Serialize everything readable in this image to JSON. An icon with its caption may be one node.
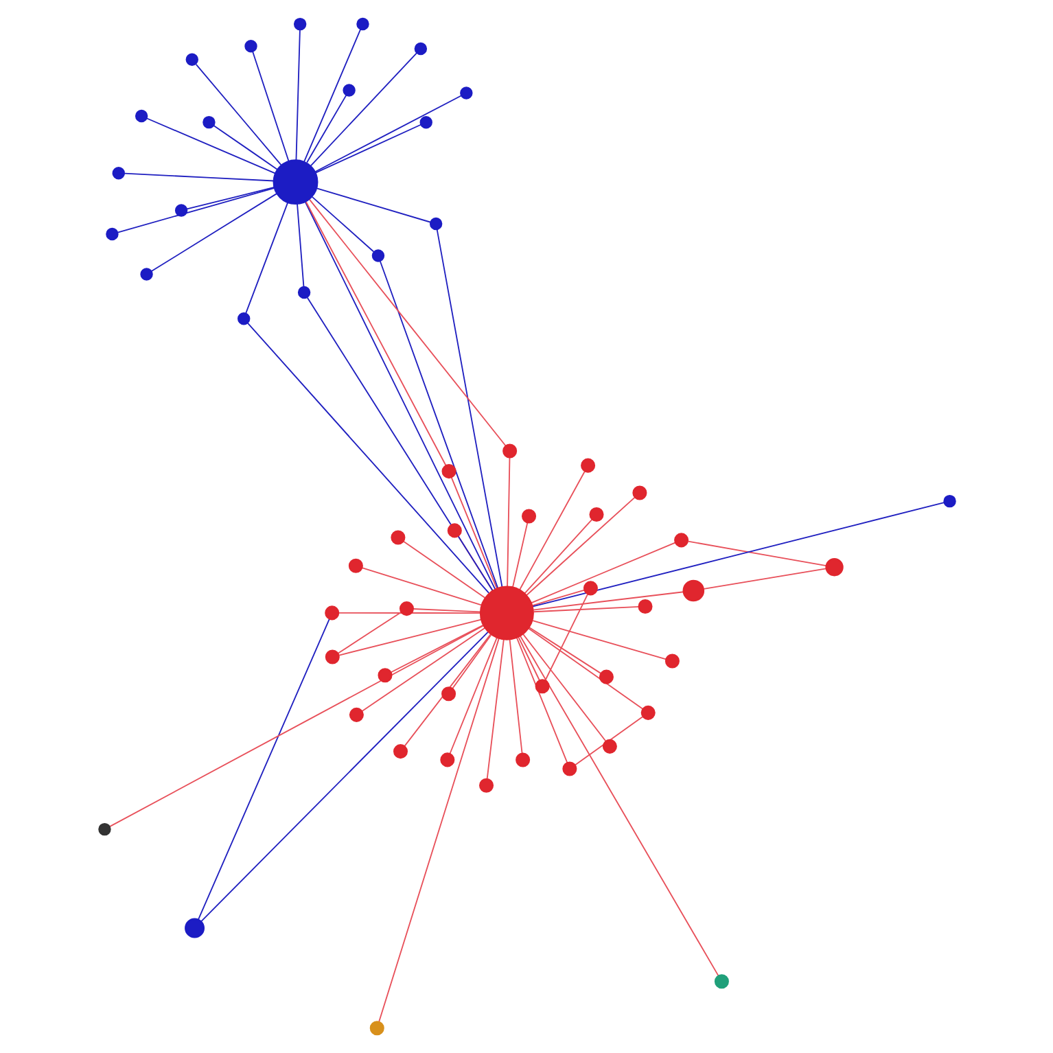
{
  "diagram": {
    "nodes": [
      {
        "text": [],
        "shape": "circle"
      },
      {
        "text": [],
        "shape": "circle"
      },
      {
        "text": [],
        "shape": "circle"
      },
      {
        "text": [],
        "shape": "circle"
      },
      {
        "text": [],
        "shape": "circle"
      },
      {
        "text": [],
        "shape": "circle"
      },
      {
        "text": [],
        "shape": "circle"
      },
      {
        "text": [],
        "shape": "circle"
      },
      {
        "text": [],
        "shape": "circle"
      },
      {
        "text": [],
        "shape": "circle"
      },
      {
        "text": [],
        "shape": "circle"
      },
      {
        "text": [],
        "shape": "circle"
      },
      {
        "text": [],
        "shape": "circle"
      },
      {
        "text": [],
        "shape": "circle"
      },
      {
        "text": [],
        "shape": "circle"
      },
      {
        "text": [],
        "shape": "circle"
      },
      {
        "text": [],
        "shape": "circle"
      },
      {
        "text": [],
        "shape": "circle"
      },
      {
        "text": [],
        "shape": "circle"
      },
      {
        "text": [],
        "shape": "circle"
      },
      {
        "text": [],
        "shape": "circle"
      },
      {
        "text": [],
        "shape": "circle"
      },
      {
        "text": [],
        "shape": "circle"
      },
      {
        "text": [],
        "shape": "circle"
      },
      {
        "text": [],
        "shape": "circle"
      },
      {
        "text": [],
        "shape": "circle"
      },
      {
        "text": [],
        "shape": "circle"
      },
      {
        "text": [],
        "shape": "circle"
      },
      {
        "text": [],
        "shape": "circle"
      },
      {
        "text": [],
        "shape": "circle"
      },
      {
        "text": [],
        "shape": "circle"
      },
      {
        "text": [],
        "shape": "circle"
      },
      {
        "text": [],
        "shape": "circle"
      },
      {
        "text": [],
        "shape": "circle"
      },
      {
        "text": [],
        "shape": "circle"
      },
      {
        "text": [],
        "shape": "circle"
      },
      {
        "text": [],
        "shape": "circle"
      },
      {
        "text": [],
        "shape": "circle"
      },
      {
        "text": [],
        "shape": "circle"
      },
      {
        "text": [],
        "shape": "circle"
      },
      {
        "text": [],
        "shape": "circle"
      },
      {
        "text": [],
        "shape": "circle"
      },
      {
        "text": [],
        "shape": "circle"
      },
      {
        "text": [],
        "shape": "circle"
      },
      {
        "text": [],
        "shape": "circle"
      },
      {
        "text": [],
        "shape": "circle"
      },
      {
        "text": [],
        "shape": "circle"
      },
      {
        "text": [],
        "shape": "circle"
      },
      {
        "text": [],
        "shape": "circle"
      },
      {
        "text": [],
        "shape": "circle"
      },
      {
        "text": [],
        "shape": "circle"
      },
      {
        "text": [],
        "shape": "circle"
      },
      {
        "text": [],
        "shape": "circle"
      },
      {
        "text": [],
        "shape": "circle"
      },
      {
        "text": [],
        "shape": "circle"
      }
    ],
    "edges": [
      {
        "from": 0,
        "to": 1,
        "arrow": "none",
        "color": "#2020c0"
      },
      {
        "from": 2,
        "to": 1,
        "arrow": "none",
        "color": "#2020c0"
      },
      {
        "from": 3,
        "to": 1,
        "arrow": "none",
        "color": "#2020c0"
      },
      {
        "from": 4,
        "to": 1,
        "arrow": "none",
        "color": "#2020c0"
      },
      {
        "from": 5,
        "to": 1,
        "arrow": "none",
        "color": "#2020c0"
      },
      {
        "from": 0,
        "to": 2,
        "arrow": "none",
        "color": "#2020c0"
      },
      {
        "from": 0,
        "to": 3,
        "arrow": "none",
        "color": "#2020c0"
      },
      {
        "from": 0,
        "to": 4,
        "arrow": "none",
        "color": "#2020c0"
      },
      {
        "from": 0,
        "to": 5,
        "arrow": "none",
        "color": "#2020c0"
      },
      {
        "from": 0,
        "to": 6,
        "arrow": "none",
        "color": "#2020c0"
      },
      {
        "from": 0,
        "to": 7,
        "arrow": "none",
        "color": "#2020c0"
      },
      {
        "from": 0,
        "to": 8,
        "arrow": "none",
        "color": "#2020c0"
      },
      {
        "from": 0,
        "to": 9,
        "arrow": "none",
        "color": "#2020c0"
      },
      {
        "from": 0,
        "to": 10,
        "arrow": "none",
        "color": "#2020c0"
      },
      {
        "from": 0,
        "to": 11,
        "arrow": "none",
        "color": "#2020c0"
      },
      {
        "from": 0,
        "to": 12,
        "arrow": "none",
        "color": "#2020c0"
      },
      {
        "from": 0,
        "to": 13,
        "arrow": "none",
        "color": "#2020c0"
      },
      {
        "from": 0,
        "to": 14,
        "arrow": "none",
        "color": "#2020c0"
      },
      {
        "from": 0,
        "to": 15,
        "arrow": "none",
        "color": "#2020c0"
      },
      {
        "from": 0,
        "to": 16,
        "arrow": "none",
        "color": "#2020c0"
      },
      {
        "from": 0,
        "to": 17,
        "arrow": "none",
        "color": "#2020c0"
      },
      {
        "from": 0,
        "to": 18,
        "arrow": "none",
        "color": "#2020c0"
      },
      {
        "from": 0,
        "to": 19,
        "arrow": "none",
        "color": "#2020c0"
      },
      {
        "from": 1,
        "to": 20,
        "arrow": "none"
      },
      {
        "from": 1,
        "to": 21,
        "arrow": "none"
      },
      {
        "from": 1,
        "to": 22,
        "arrow": "none"
      },
      {
        "from": 1,
        "to": 23,
        "arrow": "none"
      },
      {
        "from": 1,
        "to": 24,
        "arrow": "none"
      },
      {
        "from": 1,
        "to": 25,
        "arrow": "none"
      },
      {
        "from": 1,
        "to": 26,
        "arrow": "none"
      },
      {
        "from": 1,
        "to": 27,
        "arrow": "none"
      },
      {
        "from": 1,
        "to": 28,
        "arrow": "none"
      },
      {
        "from": 1,
        "to": 29,
        "arrow": "none"
      },
      {
        "from": 1,
        "to": 30,
        "arrow": "none"
      },
      {
        "from": 1,
        "to": 31,
        "arrow": "none"
      },
      {
        "from": 1,
        "to": 32,
        "arrow": "none"
      },
      {
        "from": 1,
        "to": 33,
        "arrow": "none"
      },
      {
        "from": 1,
        "to": 34,
        "arrow": "none"
      },
      {
        "from": 1,
        "to": 35,
        "arrow": "none"
      },
      {
        "from": 1,
        "to": 36,
        "arrow": "none"
      },
      {
        "from": 1,
        "to": 37,
        "arrow": "none"
      },
      {
        "from": 1,
        "to": 38,
        "arrow": "none"
      },
      {
        "from": 1,
        "to": 39,
        "arrow": "none"
      },
      {
        "from": 1,
        "to": 40,
        "arrow": "none"
      },
      {
        "from": 1,
        "to": 41,
        "arrow": "none"
      },
      {
        "from": 1,
        "to": 42,
        "arrow": "none"
      },
      {
        "from": 1,
        "to": 43,
        "arrow": "none"
      },
      {
        "from": 1,
        "to": 44,
        "arrow": "none"
      },
      {
        "from": 1,
        "to": 45,
        "arrow": "none"
      },
      {
        "from": 1,
        "to": 46,
        "arrow": "none"
      },
      {
        "from": 1,
        "to": 47,
        "arrow": "none"
      },
      {
        "from": 20,
        "to": 0,
        "arrow": "none"
      },
      {
        "from": 21,
        "to": 0,
        "arrow": "none"
      },
      {
        "from": 22,
        "to": 23,
        "arrow": "none"
      },
      {
        "from": 24,
        "to": 25,
        "arrow": "none"
      },
      {
        "from": 26,
        "to": 27,
        "arrow": "none"
      },
      {
        "from": 48,
        "to": 1,
        "arrow": "none",
        "color": "#2020c0"
      },
      {
        "from": 48,
        "to": 30,
        "arrow": "none",
        "color": "#2020c0"
      },
      {
        "from": 49,
        "to": 1,
        "arrow": "none"
      },
      {
        "from": 50,
        "to": 1,
        "arrow": "none"
      },
      {
        "from": 51,
        "to": 52,
        "arrow": "none"
      },
      {
        "from": 52,
        "to": 1,
        "arrow": "none"
      },
      {
        "from": 51,
        "to": 40,
        "arrow": "none"
      },
      {
        "from": 53,
        "to": 1,
        "arrow": "none"
      },
      {
        "from": 54,
        "to": 1,
        "arrow": "none",
        "color": "#2020c0"
      }
    ]
  }
}
